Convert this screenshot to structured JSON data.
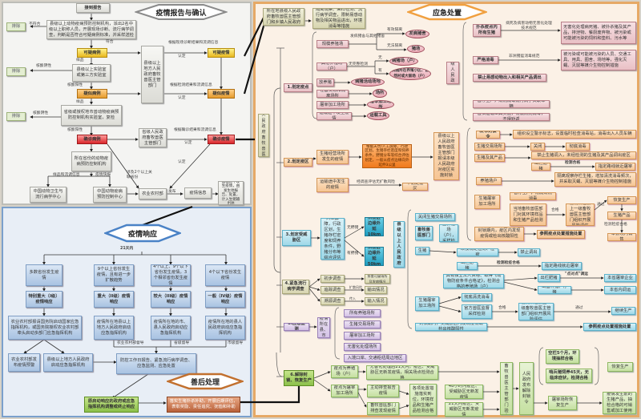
{
  "report": {
    "title": "疫情报告与确认",
    "receive": "接到报告",
    "county_agency": "县级以上动物疫病预防控制机构，派出2名中级以上职称人员，开展现场诊断、流行病学调查，判断是否符合可疑病例标准，并采样送检",
    "exclude1": "排除",
    "not_match": "不符合",
    "match": "符合",
    "suspect_case": "可疑病例",
    "sample1": "样品",
    "county_lab": "县级以上实验室或第三方实验室",
    "negative1": "核酸阴性",
    "exclude2": "排除",
    "positive1": "核酸阳性",
    "suspected_case": "疑似病例",
    "sample2": "样品",
    "prov_lab": "省级或授权地市兽动物疫病预防控制机构实验室，复检",
    "negative2": "核酸阴性",
    "exclude3": "排除",
    "positive2": "核酸阳性",
    "confirmed_case": "确诊病例",
    "prov_center": "所在省份的动物疫病预防控制机构",
    "sample_info": "样品和流调信息",
    "epi_report": "疫情快报",
    "china_animal_health": "中国动物卫生与流行病学中心",
    "china_cdc": "中国动物疫病预防控制中心",
    "ministry": "农业农村部",
    "two_prov": "涉及2个以上关联省份",
    "county_gov_vet": "县级以上地方人民政府畜牧兽医主管部门",
    "basis1": "根据现场诊断结果和流调信息",
    "confirm1": "认定",
    "basis2": "根据检测结果和流调信息",
    "confirm2": "认定",
    "prov_gov_vet": "省级人民政府畜牧兽医主管部门",
    "basis3": "根据确诊结果和流调信息",
    "confirm3": "认定",
    "confirm4": "认定",
    "suspect_epi": "可疑疫情",
    "suspected_epi": "疑似疫情",
    "confirmed_epi": "确诊疫情",
    "publish": "发布",
    "epi_info": "疫情信息",
    "transport_note": "运输途中发生疫情，由发生地报告、处置，计入生猪输出地"
  },
  "response": {
    "title": "疫情响应",
    "within": "21天内",
    "levels": [
      {
        "cond": "多数省份发生疫情",
        "level": "特别重大（I级）疫情响应",
        "action": "农业农村部报请国务院启动国家应急指挥机构，或国务院授权农业农村部牵头启动多部门应急指挥机构"
      },
      {
        "cond": "9个以上省份发生疫情，且有进一步扩散趋势",
        "level": "重大（II级）疫情响应",
        "action": "疫情所在地县以上地方人民政府启动应急指挥机构"
      },
      {
        "cond": "4个以上、9个以下省份发生疫情，3个相邻省份发生疫情",
        "level": "较大（III级）疫情响应",
        "action": "疫情所在地的市、县人民政府启动应急指挥机构"
      },
      {
        "cond": "4个以下省份发生疫情",
        "level": "一般（IV级）疫情响应",
        "action": "疫情所在地的县人民政府启动应急指挥机构"
      }
    ],
    "ministry_warn": "农业农村部发布疫情预警",
    "local_gov": "县级以上地方人民政府启动应急指挥机构",
    "supervise_min": "农业农村部督导",
    "supervise_prov": "省级督导",
    "supervise_city": "市级督导",
    "work": "防控工作日报告、紧急流行病学调查、应急监测、应急处置",
    "terminate": "原启动响应的政府或应急指挥机构调整或终止响应",
    "after_title": "善后处理",
    "after": "落实生猪扑杀补助，开展后期评估，表彰奖励、责任追究、抚恤和补助"
  },
  "emergency": {
    "title": "应急处置",
    "local_gov_top": "所在地县级人民政府畜牧兽医主管部门和乡镇人民政府",
    "top_actions": "隔离观察、采样检测、流行病学调查，限制易感动物及相关物品进出，环境消毒等措施",
    "county_vet_gov": "县级以上人民政府畜牧兽医主管部门",
    "sec1": {
      "label": "1.划定疫点",
      "farm": "规模养殖场",
      "farm_note": "发病猪舍与其他猪舍",
      "isolated": "有效隔离",
      "not_isolated": "无法隔离",
      "sick_house": "发病猪舍",
      "farm_whole": "猪场",
      "other_farm": "其他养殖场（户）",
      "other_note": "无完整检测",
      "none": "无",
      "has": "有",
      "sick_farm": "病猪场（户）",
      "sick_area": "病猪所在养殖小区、自然村或大联场（户）",
      "free_range": "放养猪",
      "free_area": "病猪活动场地",
      "market": "牲畜交易和隔离场所",
      "market_pt": "场所",
      "slaughter": "屠宰加工场所",
      "slaughter_pt": "屠宰加工场所",
      "transport": "运输途中发生疫情",
      "transport_pt": "运载工具",
      "county_gov": "县级人民政府",
      "cull": "扑杀疫点内所有生猪",
      "cull_norm": "病死及病害动物无害化处理技术规范",
      "cull_result": "无害化处理病死猪、被扑杀猪及其产品，排泄物、餐厨废弃物、被污染或可能被污染的饲料和垫料、污水等",
      "disinfect": "严格消毒",
      "disinfect_norm": "非洲猪瘟消毒规范",
      "disinfect_result": "被污染或可能被污染的人员、交通工具、用具、圈舍、场地等，强化灭蝇、灭鼠等媒介生物控制措施",
      "ban": "禁止易感动物出入和相关产品调出",
      "stop_prod": "暂停生产，清洗消毒流行病学关联车辆",
      "seize": "暂扣运载工具实施，彻底清洗消毒，不得劝返"
    },
    "sec2": {
      "label": "2.划定疫区",
      "farm_epi": "生猪经营场所发生的疫情",
      "farm_rule": "根据天然/人工屏障，行政区划，生猪存栏密度和饲养条件，野猪分布等综合评估划定，一般从疫点边缘向外延伸3公里",
      "transport_epi": "运输途中发生的疫情",
      "assess": "经调查评估无扩散风险",
      "no_zone": "不划定疫区",
      "gov_block": "县级以上人民政府畜牧兽医主管部门报请本级人民政府对疫区实施封锁",
      "order": "发布封锁令",
      "order_action": "组织设立警示标志，设置临时检查消毒站，消毒出入人员车辆",
      "market": "生猪交易场所",
      "close": "关闭",
      "thorough": "彻底消毒",
      "products": "生猪及其产品",
      "ban_in": "禁止生猪调入，未经检测的生猪及其产品调出疫区",
      "slaughter_out": "出栏肥猪",
      "test_pass": "检测合格",
      "route": "指定路线就近屠宰",
      "breeders": "养殖场户",
      "breeders_action": "隔离观察存栏生猪，增加清洗消毒频次，并采取灭蝇、灭鼠等媒介生物控制措施",
      "slaughter_house": "生猪屠宰加工场所",
      "stop": "暂停生产，彻底清洗消毒",
      "local_test": "当地畜牧兽医部门对其环境样品和生猪产品检测",
      "pass": "合格",
      "eval": "疫情所在县上一级畜牧兽医主管部门组织开展风险评估",
      "through": "通过",
      "resume": "恢复生产",
      "pig_products": "生猪产品",
      "test_pass2": "检测检疫合格",
      "local_sale": "本县境内销售",
      "found": "封锁期内，疫区内发现疫情或检出核酸阳性",
      "handle": "参照疫点处置措施处置"
    },
    "sec3": {
      "label": "3.划定受威胁区",
      "rule": "根据天然/人工屏障，行政区划，生猪存栏密度和饲养条件，野猪分布等综合评估划定",
      "no_boar": "无野猪",
      "has_boar": "有野猪",
      "r10": "从疫区边缘外延10km",
      "r50": "从疫区边缘外延50km",
      "gov": "县级以上人民政府",
      "close_market": "关闭生猪交易场所",
      "vet": "畜牧兽医部门",
      "inspect": "全面排查养殖场（户），采样检测",
      "pig": "生猪",
      "no_test": "未按规定检测、检疫",
      "forbid": "禁止调出",
      "slaughter_out": "出栏肥猪",
      "test_pass": "检测检疫合格",
      "route": "指定路线就近屠宰",
      "legal": "具有独立法人资格、取得《动物防疫条件合格证》，检测合格的养殖场（户）",
      "out_pig": "出栏肥猪",
      "p2p": "\"点对点\"调运",
      "local_ent": "本省屠宰企业",
      "breed": "出售种猪、仔猪",
      "local_move": "本省内调运",
      "slaughter_house": "生猪屠宰加工场所",
      "clean": "彻底清洗消毒",
      "official": "官方兽医监督采样检测",
      "pass": "合格",
      "eval": "疫情所在县上一级畜牧兽医主管部门组织开展风险评估",
      "through": "通过",
      "continue": "继续生产",
      "found": "封锁期内，受威胁区内发现疫情或检出核酸阳性",
      "handle": "参照疫点处置措施处置"
    },
    "sec4": {
      "label": "4.紧急流行病学调查",
      "initial": "初步调查",
      "trace": "追踪调查",
      "trace_back": "溯源调查",
      "spread": "扩散风险",
      "source": "传入",
      "init_out": "排查可疑场所及发病情况",
      "out_status": "输出情况",
      "in_status": "输入情况"
    },
    "sec5": {
      "label": "5.应急监测",
      "where": "疫情所在县、市",
      "items": [
        "所有养殖场所",
        "生猪交易场所",
        "屠宰加工场所",
        "无害化处理场所",
        "入境口岸、交通枢纽周边地区"
      ]
    },
    "sec6": {
      "label": "6.解除封锁、恢复生产",
      "farm_pt": "疫点为养殖场（户）",
      "farm_cond": "无害化处理后21天内，疫区、受威胁区无新发疫情，相关场点检测合格",
      "sl_pt": "疫点为屠宰加工场所",
      "self_check": "主动排查报告疫情",
      "vet_check": "畜牧兽医部门排查发现疫情",
      "measures": "各项处置措施落实到位，环境样品和生猪产品检测合格",
      "h48": "48小时内疫区、受威胁区无新发疫情",
      "d21": "21天内疫区、受威胁区无新发疫情",
      "accept": "上一级畜牧兽医主管部门验收合格",
      "lift": "人民政府发布解除封锁令",
      "empty": "空栏5个月，环境抽样合格",
      "sentinel": "哨兵猪饲养45天，无临床症状，检测合格",
      "resume": "恢复生产",
      "sl_resume": "屠宰场所恢复生产",
      "products": "疫情发生前的生猪产品，抽检合格的可销售或加工使用"
    }
  }
}
